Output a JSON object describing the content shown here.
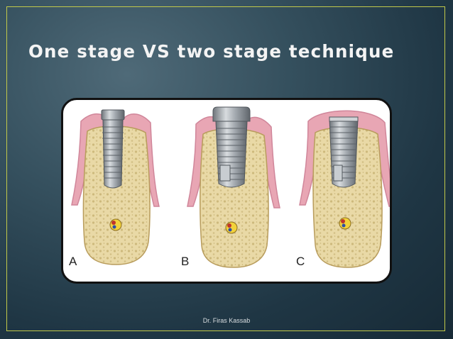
{
  "slide": {
    "title": "One stage VS two stage technique",
    "footer": "Dr. Firas Kassab"
  },
  "figure": {
    "panels": [
      {
        "label": "A"
      },
      {
        "label": "B"
      },
      {
        "label": "C"
      }
    ]
  },
  "colors": {
    "frame": "#c2c94a",
    "gingiva": "#e8a6b4",
    "bone": "#e9d9a6",
    "implant": "#9aa0a6"
  }
}
